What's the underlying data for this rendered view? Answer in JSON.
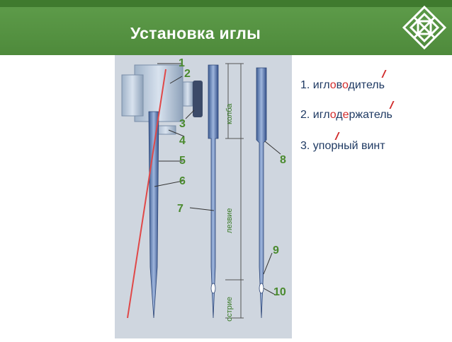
{
  "slide": {
    "title": "Установка иглы"
  },
  "numbers": [
    "1",
    "2",
    "3",
    "4",
    "5",
    "6",
    "7",
    "8",
    "9",
    "10"
  ],
  "vertical_labels": {
    "bulb": "колба",
    "blade": "лезвие",
    "point": "острие"
  },
  "legend": [
    {
      "num": "1.",
      "parts": [
        {
          "t": "игл",
          "r": false
        },
        {
          "t": "о",
          "r": true
        },
        {
          "t": "в",
          "r": false
        },
        {
          "t": "о",
          "r": true
        },
        {
          "t": "дитель",
          "r": false
        }
      ]
    },
    {
      "num": "2.",
      "parts": [
        {
          "t": "игл",
          "r": false
        },
        {
          "t": "о",
          "r": true
        },
        {
          "t": "д",
          "r": false
        },
        {
          "t": "е",
          "r": true
        },
        {
          "t": "ржатель",
          "r": false
        }
      ]
    },
    {
      "num": "3.",
      "parts": [
        {
          "t": "упорный винт",
          "r": false
        }
      ]
    }
  ],
  "colors": {
    "header": "#4e8a3b",
    "numbers": "#4a8a2e",
    "legend_text": "#1f3a63",
    "accent": "#d12b2b"
  }
}
